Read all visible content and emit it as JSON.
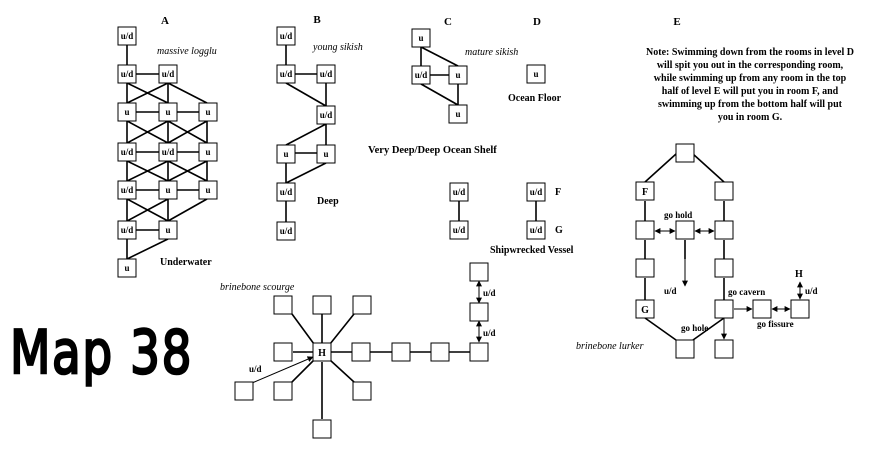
{
  "section_labels": {
    "a": "A",
    "b": "B",
    "c": "C",
    "d": "D",
    "e": "E"
  },
  "creatures": {
    "a": "massive logglu",
    "b": "young sikish",
    "c": "mature sikish",
    "scourge": "brinebone scourge",
    "lurker": "brinebone lurker"
  },
  "areas": {
    "underwater": "Underwater",
    "ocean_floor": "Ocean Floor",
    "shelf": "Very Deep/Deep Ocean Shelf",
    "deep": "Deep",
    "vessel": "Shipwrecked Vessel"
  },
  "note_lines": [
    "Note: Swimming down from the rooms in level D",
    "will spit you out in the corresponding room,",
    "while swimming up from any room in the top",
    "half of level E will put you in room F, and",
    "swimming up from the bottom half will put",
    "you in room G."
  ],
  "room_labels": {
    "ud": "u/d",
    "u": "u",
    "f": "F",
    "g": "G",
    "h": "H"
  },
  "exits": {
    "go_hold": "go hold",
    "go_cavern": "go cavern",
    "go_hole": "go hole",
    "go_fissure": "go fissure"
  },
  "map_title": "Map 38"
}
